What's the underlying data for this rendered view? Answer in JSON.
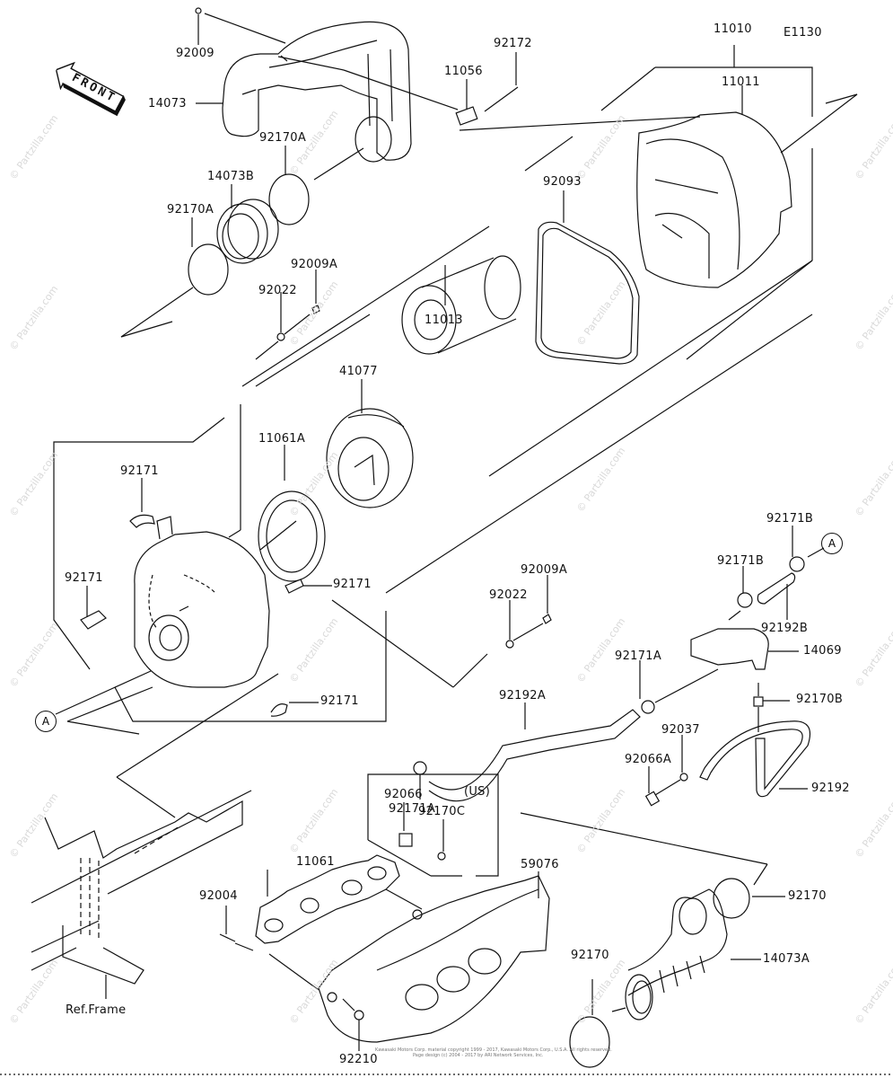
{
  "diagram": {
    "code": "E1130",
    "front_label": "FRONT",
    "ref_frame_label": "Ref.Frame",
    "us_box_label": "(US)",
    "connector_label": "A",
    "watermark": "© Partzilla.com",
    "copyright_line1": "Kawasaki Motors Corp. material copyright 1999 - 2017, Kawasaki Motors Corp., U.S.A. All rights reserved.",
    "copyright_line2": "Page design (c) 2004 - 2017 by ARI Network Services, Inc.",
    "parts": {
      "p92009": "92009",
      "p14073": "14073",
      "p92172": "92172",
      "p11056": "11056",
      "p11010": "11010",
      "p11011": "11011",
      "p92170A_top": "92170A",
      "p14073B": "14073B",
      "p92170A_left": "92170A",
      "p92009A_top": "92009A",
      "p92022_top": "92022",
      "p92093": "92093",
      "p11013": "11013",
      "p41077": "41077",
      "p11061A": "11061A",
      "p92171_a": "92171",
      "p92171_b": "92171",
      "p92171_c": "92171",
      "p92171_d": "92171",
      "p92171B_top": "92171B",
      "p92171B_mid": "92171B",
      "p92192B": "92192B",
      "p92009A_mid": "92009A",
      "p92022_mid": "92022",
      "p14069": "14069",
      "p92171A_right": "92171A",
      "p92170B": "92170B",
      "p92192A": "92192A",
      "p92171A_left": "92171A",
      "p92037": "92037",
      "p92066A": "92066A",
      "p92192": "92192",
      "p92066": "92066",
      "p92170C": "92170C",
      "p11061": "11061",
      "p59076": "59076",
      "p92004": "92004",
      "p92170_right": "92170",
      "p92170_left": "92170",
      "p14073A": "14073A",
      "p92210": "92210"
    }
  }
}
